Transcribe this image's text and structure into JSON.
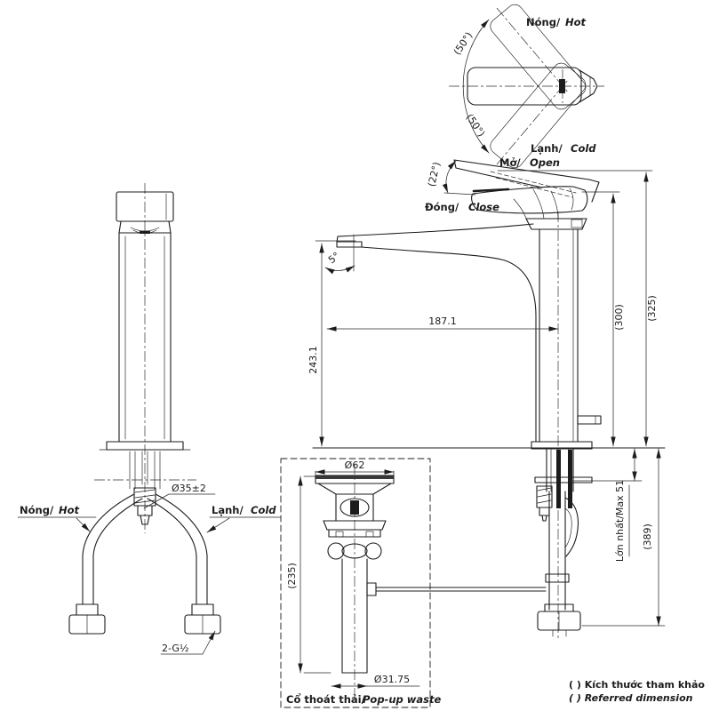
{
  "colors": {
    "line": "#1c1c1c",
    "background": "#ffffff"
  },
  "top_view": {
    "hot": {
      "vi": "Nóng/",
      "en": "Hot"
    },
    "cold": {
      "vi": "Lạnh/",
      "en": "Cold"
    },
    "swing_angle_upper": "(50°)",
    "swing_angle_lower": "(50°)"
  },
  "side_view": {
    "open": {
      "vi": "Mở/",
      "en": "Open"
    },
    "close": {
      "vi": "Đóng/",
      "en": "Close"
    },
    "lever_angle": "(22°)",
    "spout_tilt_angle": "5°",
    "spout_reach": "187.1",
    "spout_height": "243.1",
    "height_to_body_top": "(300)",
    "height_overall": "(325)",
    "deck_thickness_max": "Lớn nhất/Max 51",
    "below_deck_length": "(389)"
  },
  "front_view": {
    "hot": {
      "vi": "Nóng/",
      "en": "Hot"
    },
    "cold": {
      "vi": "Lạnh/",
      "en": "Cold"
    },
    "hole_diameter": "Ø35±2",
    "connection_thread": "2-G½"
  },
  "popup_waste": {
    "label": {
      "vi": "Cổ thoát thải/",
      "en": "Pop-up waste"
    },
    "top_diameter": "Ø62",
    "length": "(235)",
    "tail_diameter": "Ø31.75"
  },
  "legend": {
    "vi": "( ) Kích thước tham khảo",
    "en": "( ) Referred dimension"
  }
}
